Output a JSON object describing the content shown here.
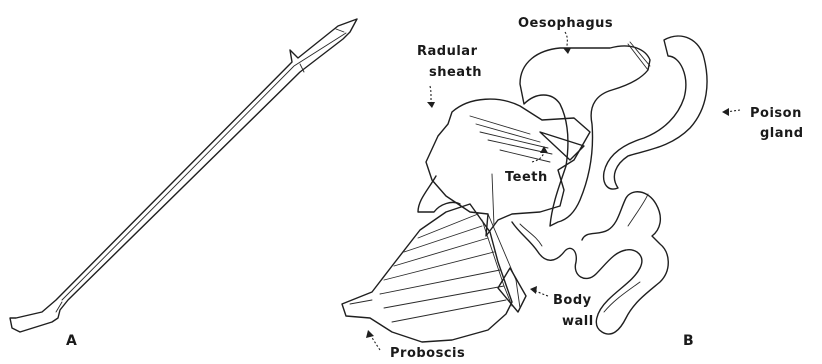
{
  "figure": {
    "panel_a_label": "A",
    "panel_b_label": "B",
    "labels": {
      "oesophagus": "Oesophagus",
      "radular": "Radular",
      "sheath": "sheath",
      "poison": "Poison",
      "gland": "gland",
      "teeth": "Teeth",
      "body": "Body",
      "wall": "wall",
      "proboscis": "Proboscis"
    }
  }
}
